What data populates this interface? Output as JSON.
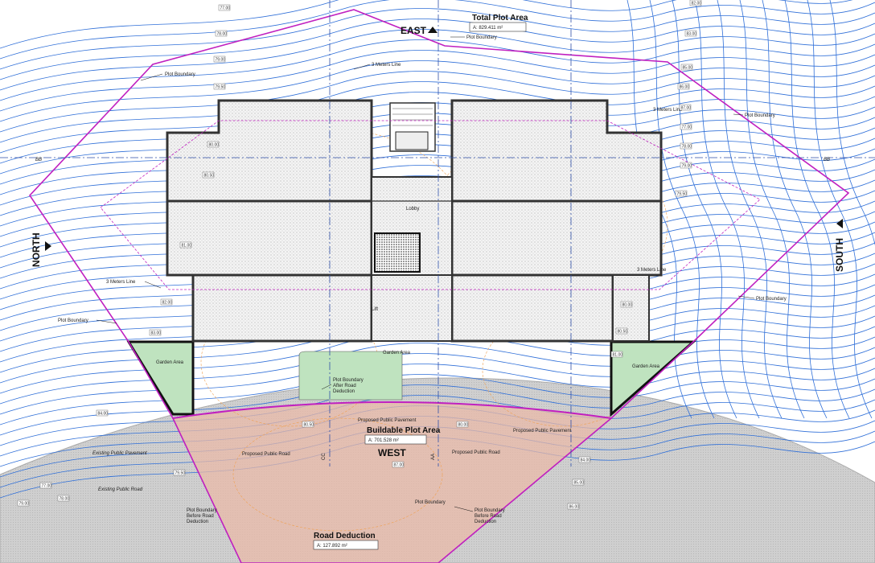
{
  "directions": {
    "east": "EAST",
    "west": "WEST",
    "north": "NORTH",
    "south": "SOUTH"
  },
  "total_area": {
    "title": "Total Plot Area",
    "value": "A: 829.411 m²"
  },
  "buildable_area": {
    "title": "Buildable Plot Area",
    "value": "A: 701.528 m²"
  },
  "road_deduction": {
    "title": "Road Deduction",
    "value": "A: 127.892 m²"
  },
  "labels": {
    "plot_boundary": "Plot Boundary",
    "three_m_line": "3 Meters Line",
    "after_road": "Plot Boundary\nAfter Road\nDeduction",
    "before_road": "Plot Boundary\nBefore Road\nDeduction",
    "proposed_pavement": "Proposed Public Pavement",
    "proposed_road": "Proposed Public Road",
    "existing_pavement": "Existing Public Pavement",
    "existing_road": "Existing Public Road",
    "lobby": "Lobby",
    "garden_area": "Garden Area",
    "lift": "Lift",
    "section_bb": "BB",
    "section_cc": "CC",
    "section_aa": "AA"
  },
  "contour_tags": [
    "77.00",
    "78.00",
    "79.00",
    "79.50",
    "80.00",
    "80.50",
    "81.00",
    "82.00",
    "83.00",
    "84.00",
    "85.00",
    "86.00",
    "87.00"
  ],
  "colors": {
    "contour": "#2f6fd8",
    "boundary": "#c020c0",
    "building": "#333333",
    "road": "#c8c8c8",
    "deduction": "#e8b8a8",
    "garden": "#b8e0b8"
  }
}
